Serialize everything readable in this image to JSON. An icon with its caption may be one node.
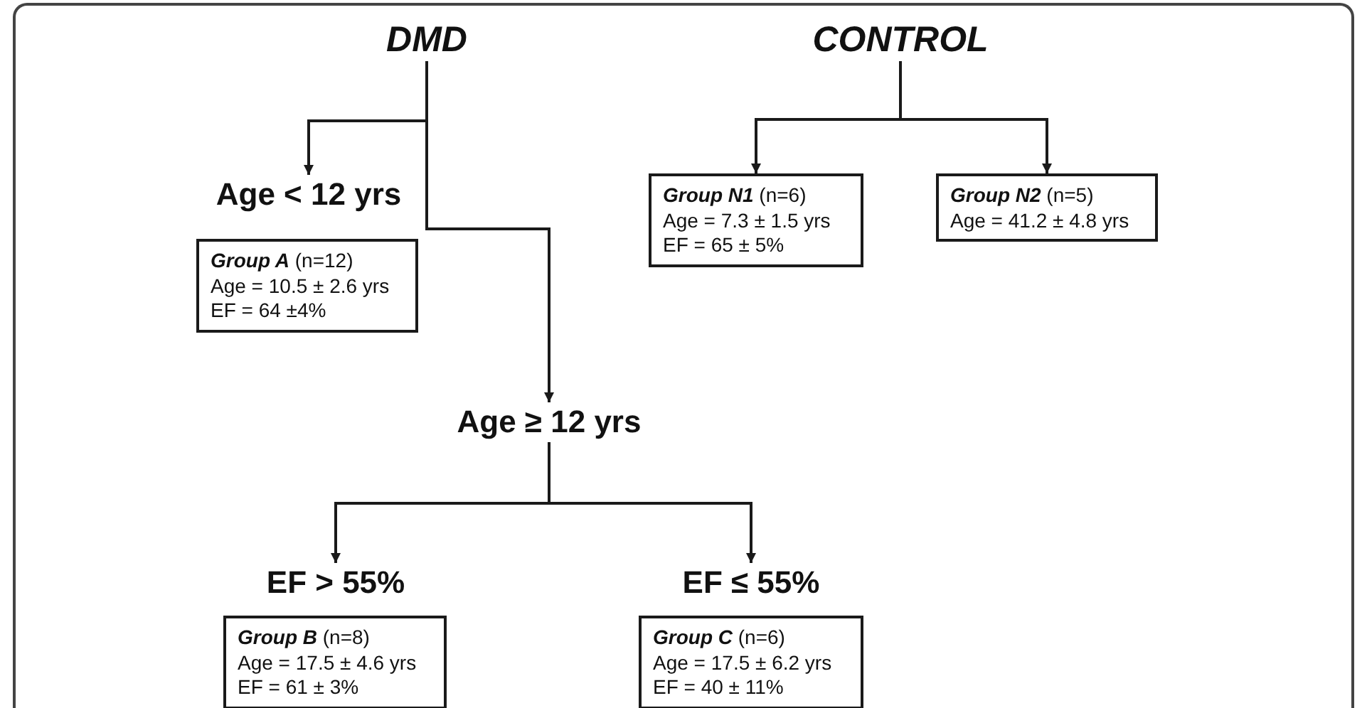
{
  "diagram": {
    "nodes": [
      {
        "text": [
          "DMD"
        ]
      },
      {
        "text": [
          "CONTROL"
        ]
      },
      {
        "text": [
          "Age < 12 yrs"
        ]
      },
      {
        "text": [
          "**Group A** (n=12)",
          "Age = 10.5 ± 2.6 yrs",
          "EF = 64 ±4%"
        ]
      },
      {
        "text": [
          "**Group N1** (n=6)",
          "Age = 7.3 ± 1.5 yrs",
          "EF = 65 ± 5%"
        ]
      },
      {
        "text": [
          "**Group N2** (n=5)",
          "Age = 41.2 ± 4.8 yrs"
        ]
      },
      {
        "text": [
          "Age ≥ 12 yrs"
        ]
      },
      {
        "text": [
          "EF > 55%"
        ]
      },
      {
        "text": [
          "**Group B** (n=8)",
          "Age = 17.5 ± 4.6 yrs",
          "EF = 61 ± 3%"
        ]
      },
      {
        "text": [
          "EF ≤ 55%"
        ]
      },
      {
        "text": [
          "**Group C** (n=6)",
          "Age = 17.5 ± 6.2 yrs",
          "EF = 40 ± 11%"
        ]
      }
    ],
    "edges": [
      {
        "from": 0,
        "to": 2,
        "arrow": "to"
      },
      {
        "from": 0,
        "to": 6,
        "arrow": "to"
      },
      {
        "from": 1,
        "to": 4,
        "arrow": "to"
      },
      {
        "from": 1,
        "to": 5,
        "arrow": "to"
      },
      {
        "from": 6,
        "to": 7,
        "arrow": "to"
      },
      {
        "from": 6,
        "to": 9,
        "arrow": "to"
      }
    ]
  }
}
